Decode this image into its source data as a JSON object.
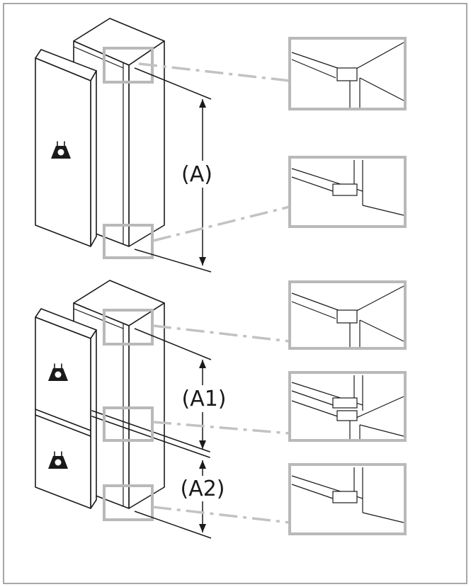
{
  "dimension_labels": {
    "single_door": "(A)",
    "upper_door": "(A1)",
    "lower_door": "(A2)"
  },
  "icons": {
    "door_icon": "person-lock-icon",
    "detail_box": "hinge-detail-zoom"
  },
  "colors": {
    "line": "#1a1a1a",
    "highlight": "#b9b9b9",
    "frame": "#8a8a8a"
  }
}
